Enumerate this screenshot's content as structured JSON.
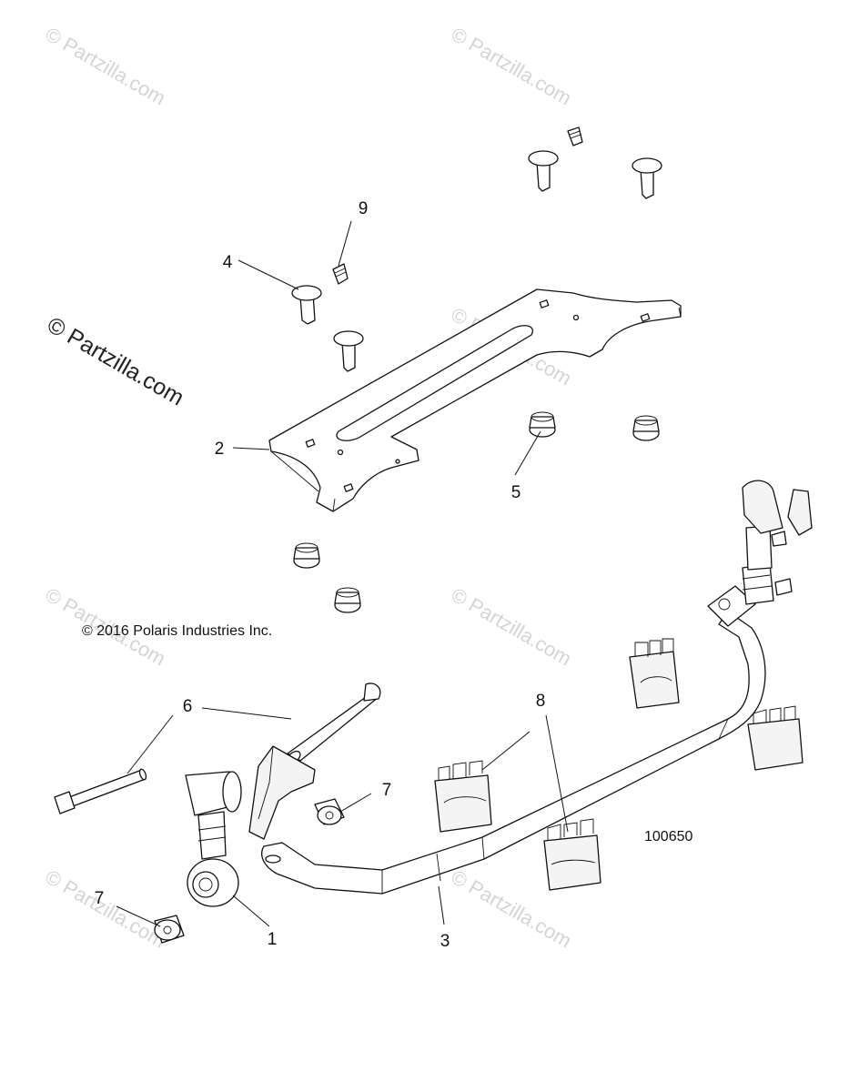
{
  "watermark": {
    "text": "© Partzilla.com"
  },
  "copyright": "© 2016 Polaris Industries Inc.",
  "diagram_number": "100650",
  "callouts": [
    {
      "id": "c1",
      "label": "1"
    },
    {
      "id": "c2",
      "label": "2"
    },
    {
      "id": "c3",
      "label": "3"
    },
    {
      "id": "c4",
      "label": "4"
    },
    {
      "id": "c5",
      "label": "5"
    },
    {
      "id": "c6",
      "label": "6"
    },
    {
      "id": "c7a",
      "label": "7"
    },
    {
      "id": "c7b",
      "label": "7"
    },
    {
      "id": "c8",
      "label": "8"
    },
    {
      "id": "c9",
      "label": "9"
    }
  ]
}
